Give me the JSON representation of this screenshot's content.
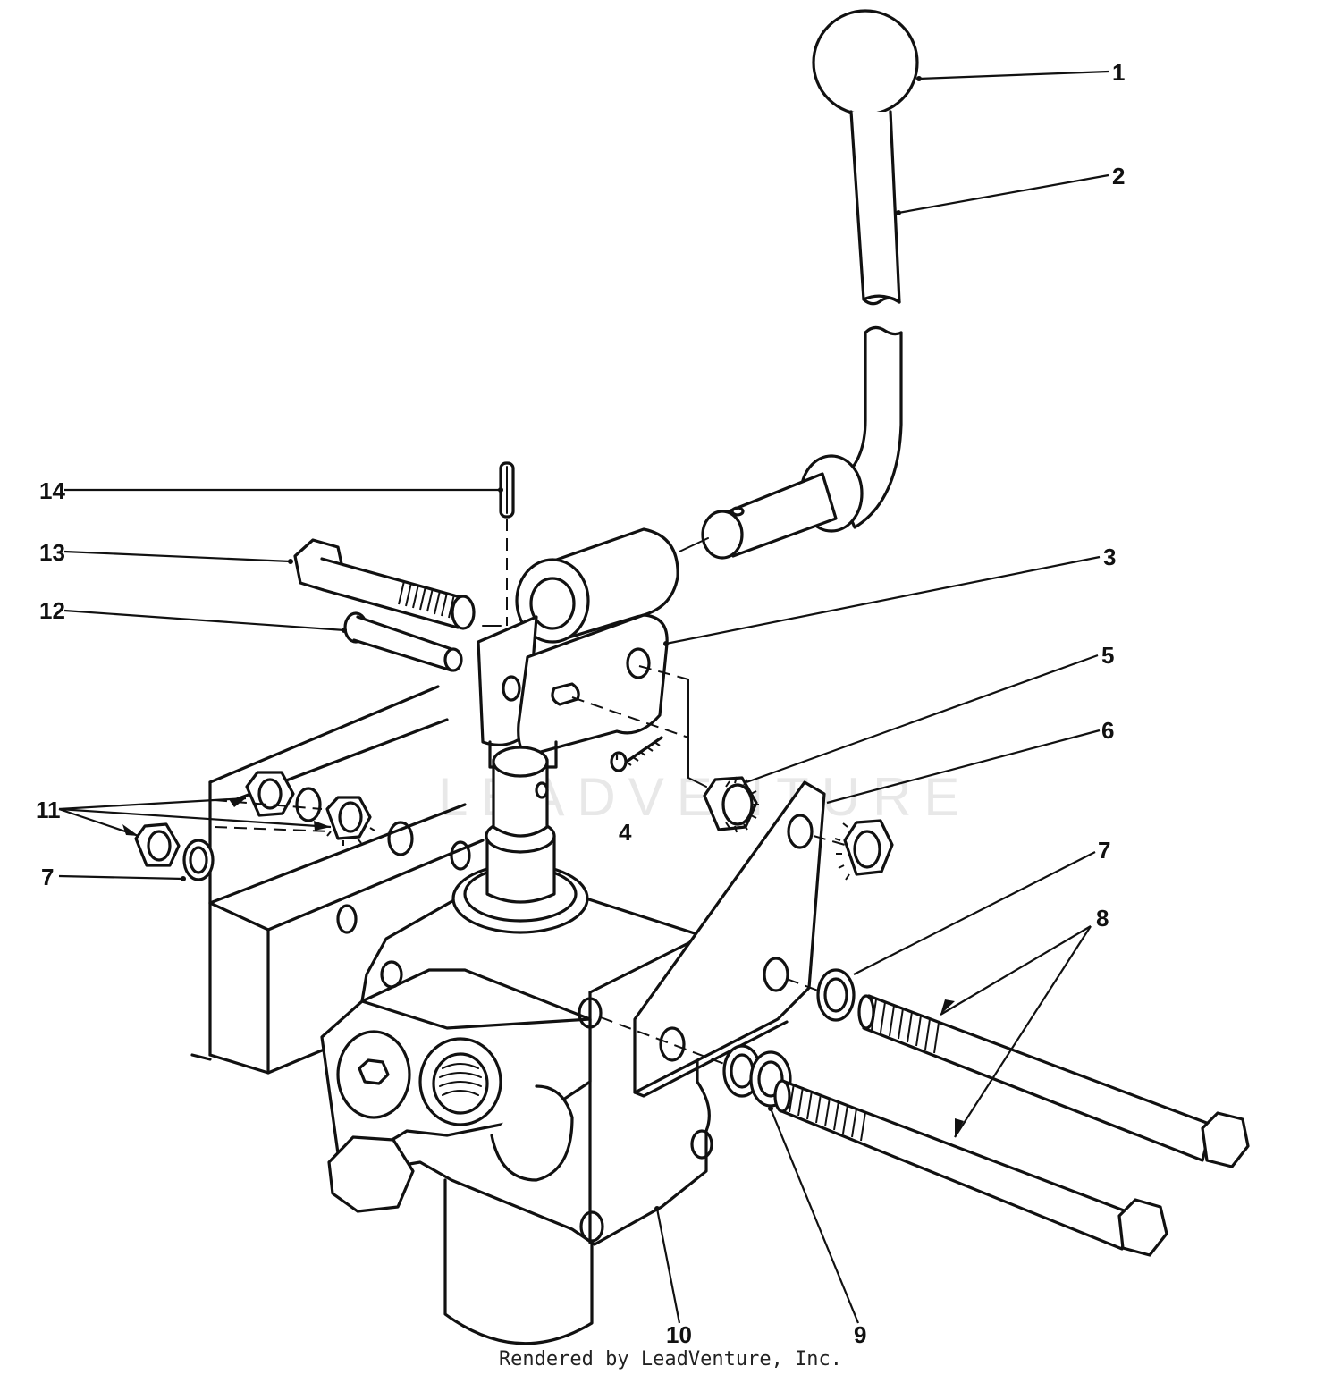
{
  "callouts": [
    {
      "id": "1",
      "label": "1"
    },
    {
      "id": "2",
      "label": "2"
    },
    {
      "id": "3",
      "label": "3"
    },
    {
      "id": "4",
      "label": "4"
    },
    {
      "id": "5",
      "label": "5"
    },
    {
      "id": "6",
      "label": "6"
    },
    {
      "id": "7a",
      "label": "7"
    },
    {
      "id": "7b",
      "label": "7"
    },
    {
      "id": "8",
      "label": "8"
    },
    {
      "id": "9",
      "label": "9"
    },
    {
      "id": "10",
      "label": "10"
    },
    {
      "id": "11",
      "label": "11"
    },
    {
      "id": "12",
      "label": "12"
    },
    {
      "id": "13",
      "label": "13"
    },
    {
      "id": "14",
      "label": "14"
    }
  ],
  "watermark": "LEADVENTURE",
  "credit": "Rendered by LeadVenture, Inc."
}
